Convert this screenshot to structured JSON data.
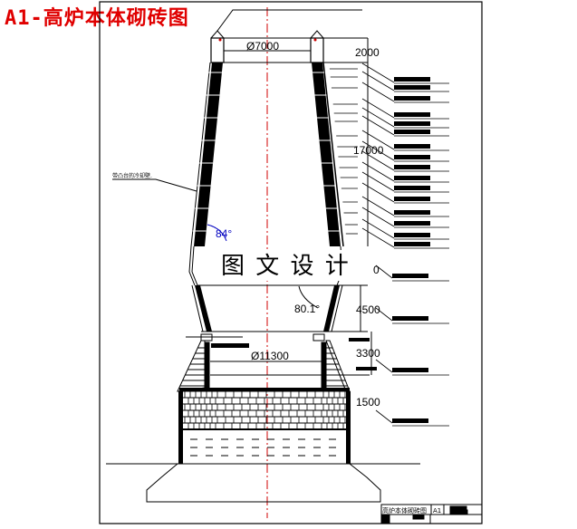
{
  "title": "A1-高炉本体砌砖图",
  "watermark": "图 文 设 计",
  "annotations": {
    "stave_note": "带凸台的冷却壁.",
    "throat_diameter": "Ø7000",
    "hearth_diameter": "Ø11300",
    "stack_angle": "84°",
    "bosh_angle": "80.1°"
  },
  "dimensions": {
    "throat_height": "2000",
    "stack_height": "17000",
    "belly_mark": "0",
    "bosh_height": "4500",
    "tuyere_height": "3300",
    "hearth_height": "1500"
  },
  "title_block": {
    "drawing_name": "高炉本体砌砖图",
    "sheet": "A1"
  },
  "colors": {
    "title": "#e00000",
    "centerline": "#d00000",
    "angle_annotation": "#0000c0",
    "lines": "#000000"
  }
}
